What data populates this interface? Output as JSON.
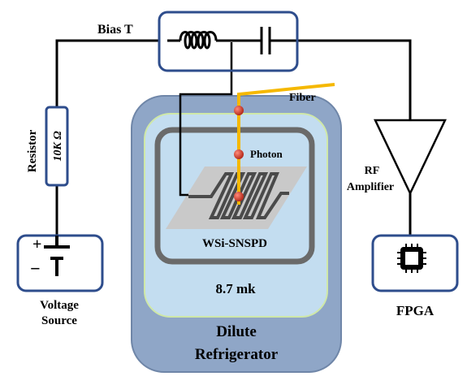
{
  "labels": {
    "bias_t": "Bias T",
    "resistor": "Resistor",
    "resistor_value": "10K Ω",
    "fiber": "Fiber",
    "photon": "Photon",
    "rf_amplifier_line1": "RF",
    "rf_amplifier_line2": "Amplifier",
    "detector": "WSi-SNSPD",
    "temperature": "8.7 mk",
    "refrigerator_line1": "Dilute",
    "refrigerator_line2": "Refrigerator",
    "voltage_source_line1": "Voltage",
    "voltage_source_line2": "Source",
    "fpga": "FPGA",
    "plus_sign": "+",
    "minus_sign": "−"
  },
  "colors": {
    "box_border": "#2e4d8c",
    "fridge_outer": "#8fa6c7",
    "fridge_inner": "#c3ddf0",
    "fridge_inner_border": "#cfe8a8",
    "shield": "#6a6a6a",
    "chip": "#c9c9c9",
    "meander": "#4a4a4a",
    "fiber": "#f5b800",
    "photon": "#c0392b",
    "wire": "#000000"
  },
  "icons": [
    "inductor-icon",
    "capacitor-icon",
    "amplifier-icon",
    "battery-icon",
    "chip-icon"
  ]
}
